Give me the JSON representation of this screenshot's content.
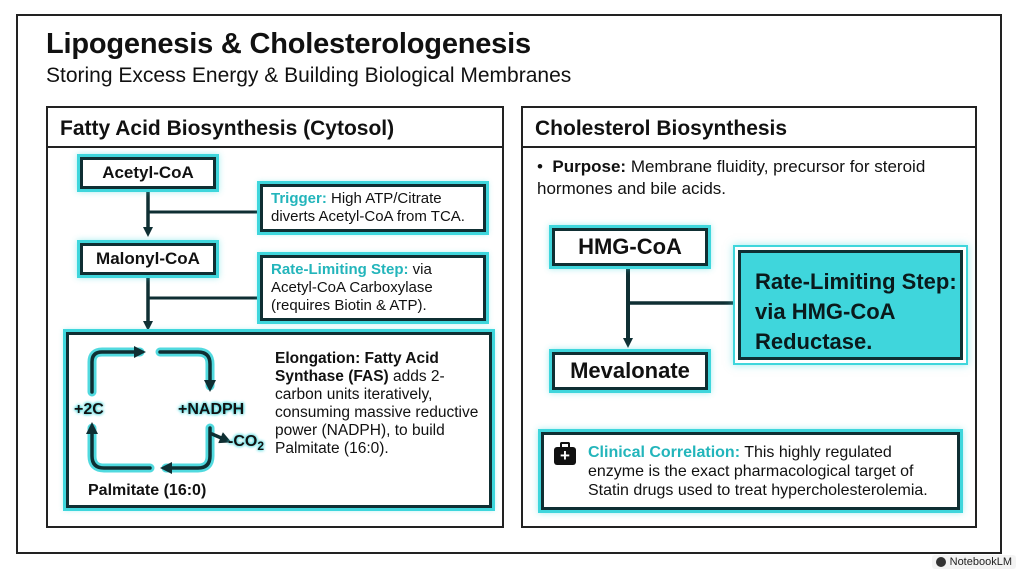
{
  "title": "Lipogenesis & Cholesterologenesis",
  "subtitle": "Storing Excess Energy & Building Biological Membranes",
  "left_panel": {
    "header": "Fatty Acid Biosynthesis (Cytosol)",
    "acetyl_coa": "Acetyl-CoA",
    "malonyl_coa": "Malonyl-CoA",
    "trigger_label": "Trigger:",
    "trigger_text": " High ATP/Citrate diverts Acetyl-CoA from TCA.",
    "rls_label": "Rate-Limiting Step:",
    "rls_text": " via Acetyl-CoA Carboxylase (requires Biotin & ATP).",
    "cycle": {
      "plus_2c": "+2C",
      "plus_nadph": "+NADPH",
      "minus_co2": "-CO",
      "co2_sub": "2",
      "palmitate": "Palmitate (16:0)"
    },
    "elongation_bold": "Elongation: Fatty Acid Synthase (FAS)",
    "elongation_text": " adds 2-carbon units iteratively, consuming massive reductive power (NADPH), to build Palmitate (16:0)."
  },
  "right_panel": {
    "header": "Cholesterol Biosynthesis",
    "purpose_label": "Purpose:",
    "purpose_text": " Membrane fluidity, precursor for steroid hormones and bile acids.",
    "hmg_coa": "HMG-CoA",
    "mevalonate": "Mevalonate",
    "rls_big": "Rate-Limiting Step: via HMG-CoA Reductase.",
    "clinical_label": "Clinical Correlation:",
    "clinical_text": " This highly regulated enzyme is the exact pharmacological target of Statin drugs used to treat hypercholesterolemia."
  },
  "watermark": "NotebookLM",
  "colors": {
    "accent": "#3fd6dc",
    "accent_text": "#23b5bb",
    "dark": "#0f2f33"
  },
  "icons": [
    "medical-kit-icon",
    "notebooklm-logo-icon"
  ]
}
